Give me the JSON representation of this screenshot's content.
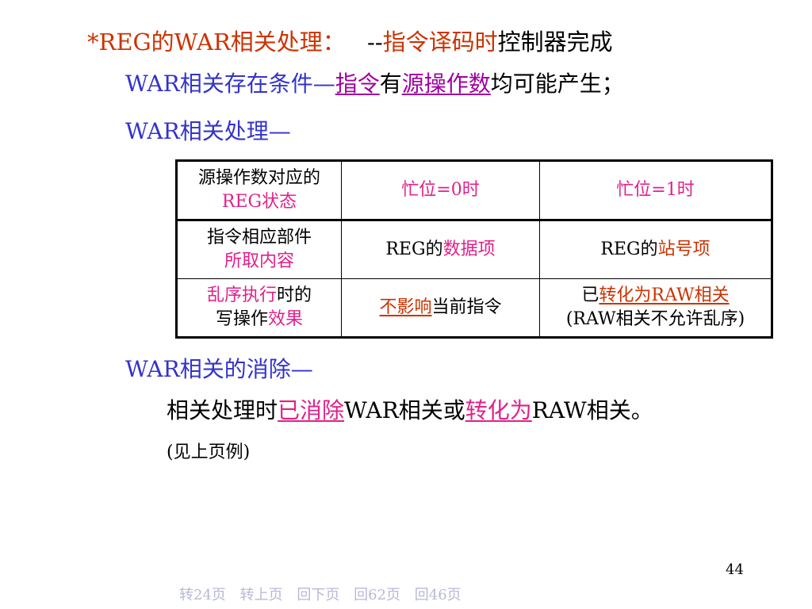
{
  "heading": {
    "prefix": "*REG的WAR相关处理：",
    "dash": "--",
    "em": "指令译码时",
    "rest": "控制器完成"
  },
  "cond": {
    "a": "WAR相关存在条件—",
    "b": "指令",
    "c": "有",
    "d": "源操作数",
    "e": "均可能产生；"
  },
  "proc": {
    "label": "WAR相关处理—"
  },
  "table": {
    "r1": {
      "c1a": "源操作数对应的",
      "c1b": "REG状态",
      "c2": "忙位=0时",
      "c3": "忙位=1时"
    },
    "r2": {
      "c1a": "指令相应部件",
      "c1b": "所取内容",
      "c2a": "REG的",
      "c2b": "数据项",
      "c3a": "REG的",
      "c3b": "站号项"
    },
    "r3": {
      "c1a": "乱序执行",
      "c1b": "时的",
      "c1c": "写操作",
      "c1d": "效果",
      "c2a": "不影响",
      "c2b": "当前指令",
      "c3a": "已",
      "c3b": "转化为RAW相关",
      "c3c": "(RAW相关不允许乱序)"
    }
  },
  "elim": {
    "label": "WAR相关的消除—"
  },
  "elimline": {
    "a": "相关处理时",
    "b": "已消除",
    "c": "WAR相关或",
    "d": "转化为",
    "e": "RAW相关。"
  },
  "note": "(见上页例)",
  "page_number": "44",
  "nav": [
    "转24页",
    "转上页",
    "回下页",
    "回62页",
    "回46页"
  ]
}
